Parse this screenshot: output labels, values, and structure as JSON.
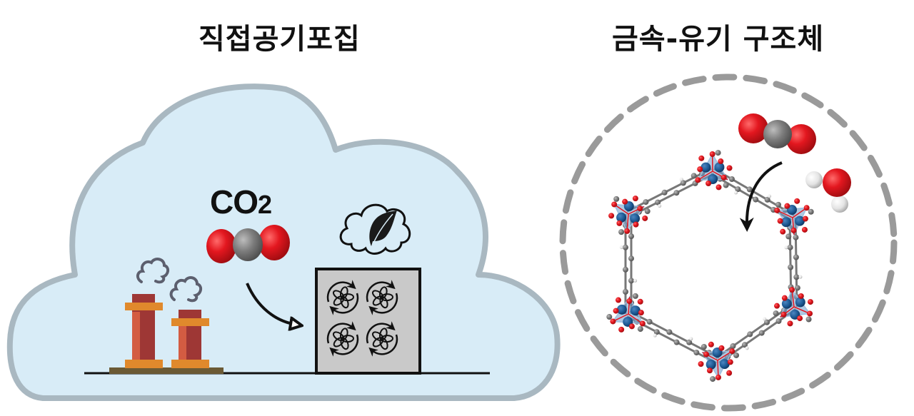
{
  "panels": {
    "left": {
      "title": "직접공기포집",
      "molecule_label": "CO",
      "molecule_subscript": "2",
      "colors": {
        "cloud_fill": "#d8ecf7",
        "cloud_border": "#a9b8c1",
        "oxygen": "#e3171f",
        "carbon": "#7d7d7d",
        "chimney_dark": "#9e3735",
        "chimney_light": "#d35c42",
        "chimney_band": "#e0892c",
        "chimney_base": "#6b5a35",
        "smoke": "#5c5f6e",
        "dac_unit": "#c9c9c9"
      }
    },
    "right": {
      "title": "금속-유기 구조체",
      "colors": {
        "dashed_circle": "#9a9a9a",
        "metal_node": "#1d5a94",
        "node_polyhedron": "#6f9ccb",
        "linker_carbon": "#777777",
        "oxygen": "#e3171f",
        "hydrogen": "#e8e8e8"
      }
    }
  }
}
